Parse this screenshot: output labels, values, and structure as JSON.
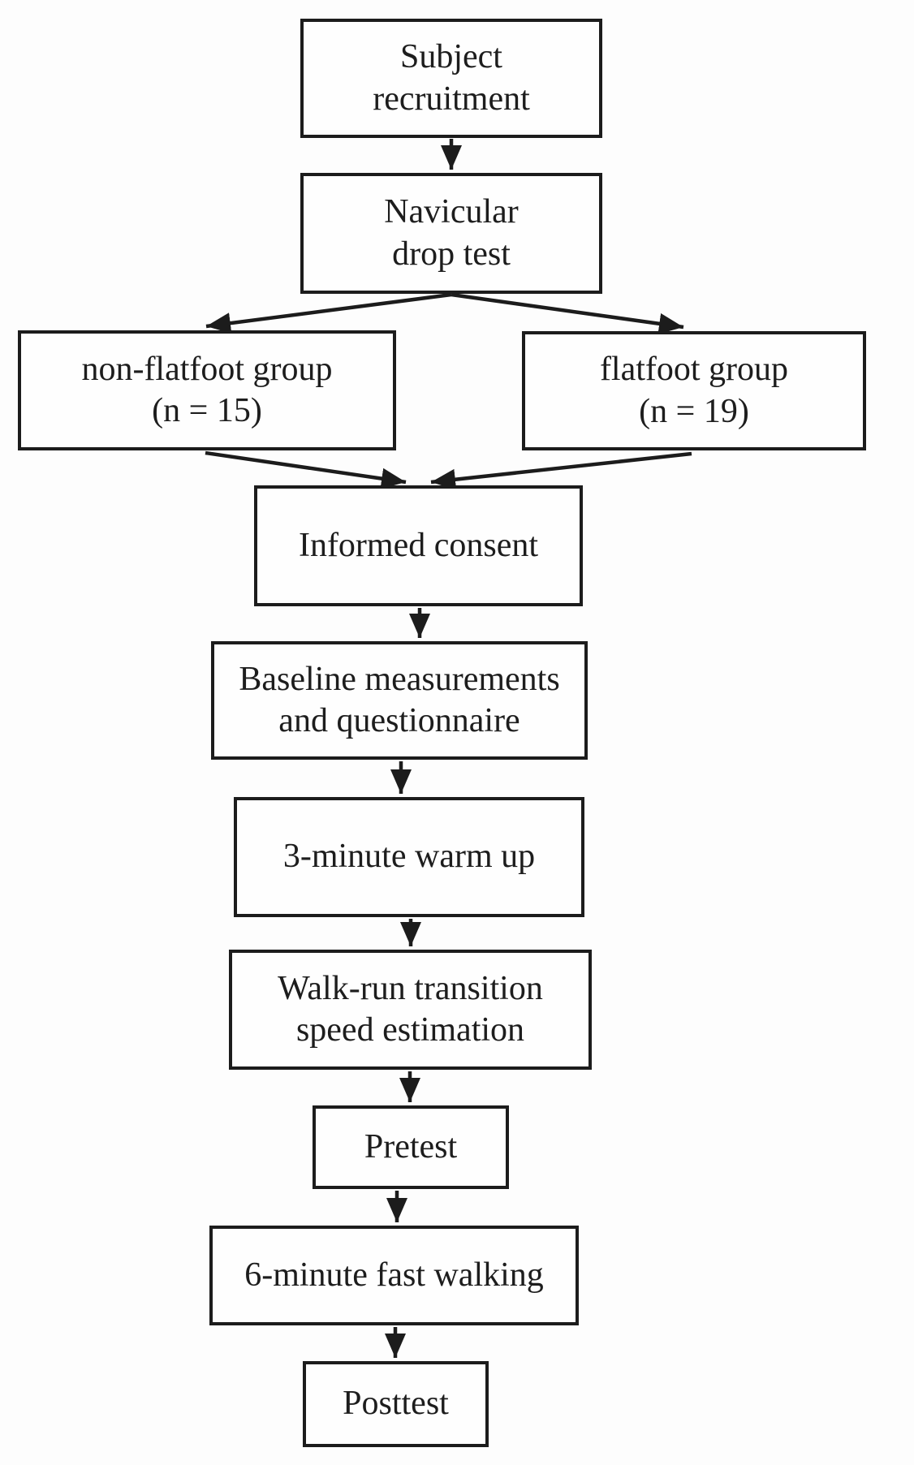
{
  "figure": {
    "type": "flowchart",
    "background_color": "#fdfdfd",
    "line_color": "#1c1c1c",
    "text_color": "#1d1d1d",
    "nodes": [
      {
        "id": "subject-recruitment",
        "label": "Subject\nrecruitment"
      },
      {
        "id": "navicular-drop-test",
        "label": "Navicular\ndrop test"
      },
      {
        "id": "non-flatfoot-group",
        "label": "non-flatfoot group\n(n = 15)"
      },
      {
        "id": "flatfoot-group",
        "label": "flatfoot group\n(n = 19)"
      },
      {
        "id": "informed-consent",
        "label": "Informed consent"
      },
      {
        "id": "baseline-measurements",
        "label": "Baseline measurements\nand questionnaire"
      },
      {
        "id": "warm-up",
        "label": "3-minute warm up"
      },
      {
        "id": "walk-run-transition",
        "label": "Walk-run transition\nspeed estimation"
      },
      {
        "id": "pretest",
        "label": "Pretest"
      },
      {
        "id": "fast-walking",
        "label": "6-minute fast walking"
      },
      {
        "id": "posttest",
        "label": "Posttest"
      }
    ],
    "edges": [
      {
        "from": "subject-recruitment",
        "to": "navicular-drop-test"
      },
      {
        "from": "navicular-drop-test",
        "to": "non-flatfoot-group"
      },
      {
        "from": "navicular-drop-test",
        "to": "flatfoot-group"
      },
      {
        "from": "non-flatfoot-group",
        "to": "informed-consent"
      },
      {
        "from": "flatfoot-group",
        "to": "informed-consent"
      },
      {
        "from": "informed-consent",
        "to": "baseline-measurements"
      },
      {
        "from": "baseline-measurements",
        "to": "warm-up"
      },
      {
        "from": "warm-up",
        "to": "walk-run-transition"
      },
      {
        "from": "walk-run-transition",
        "to": "pretest"
      },
      {
        "from": "pretest",
        "to": "fast-walking"
      },
      {
        "from": "fast-walking",
        "to": "posttest"
      }
    ]
  }
}
